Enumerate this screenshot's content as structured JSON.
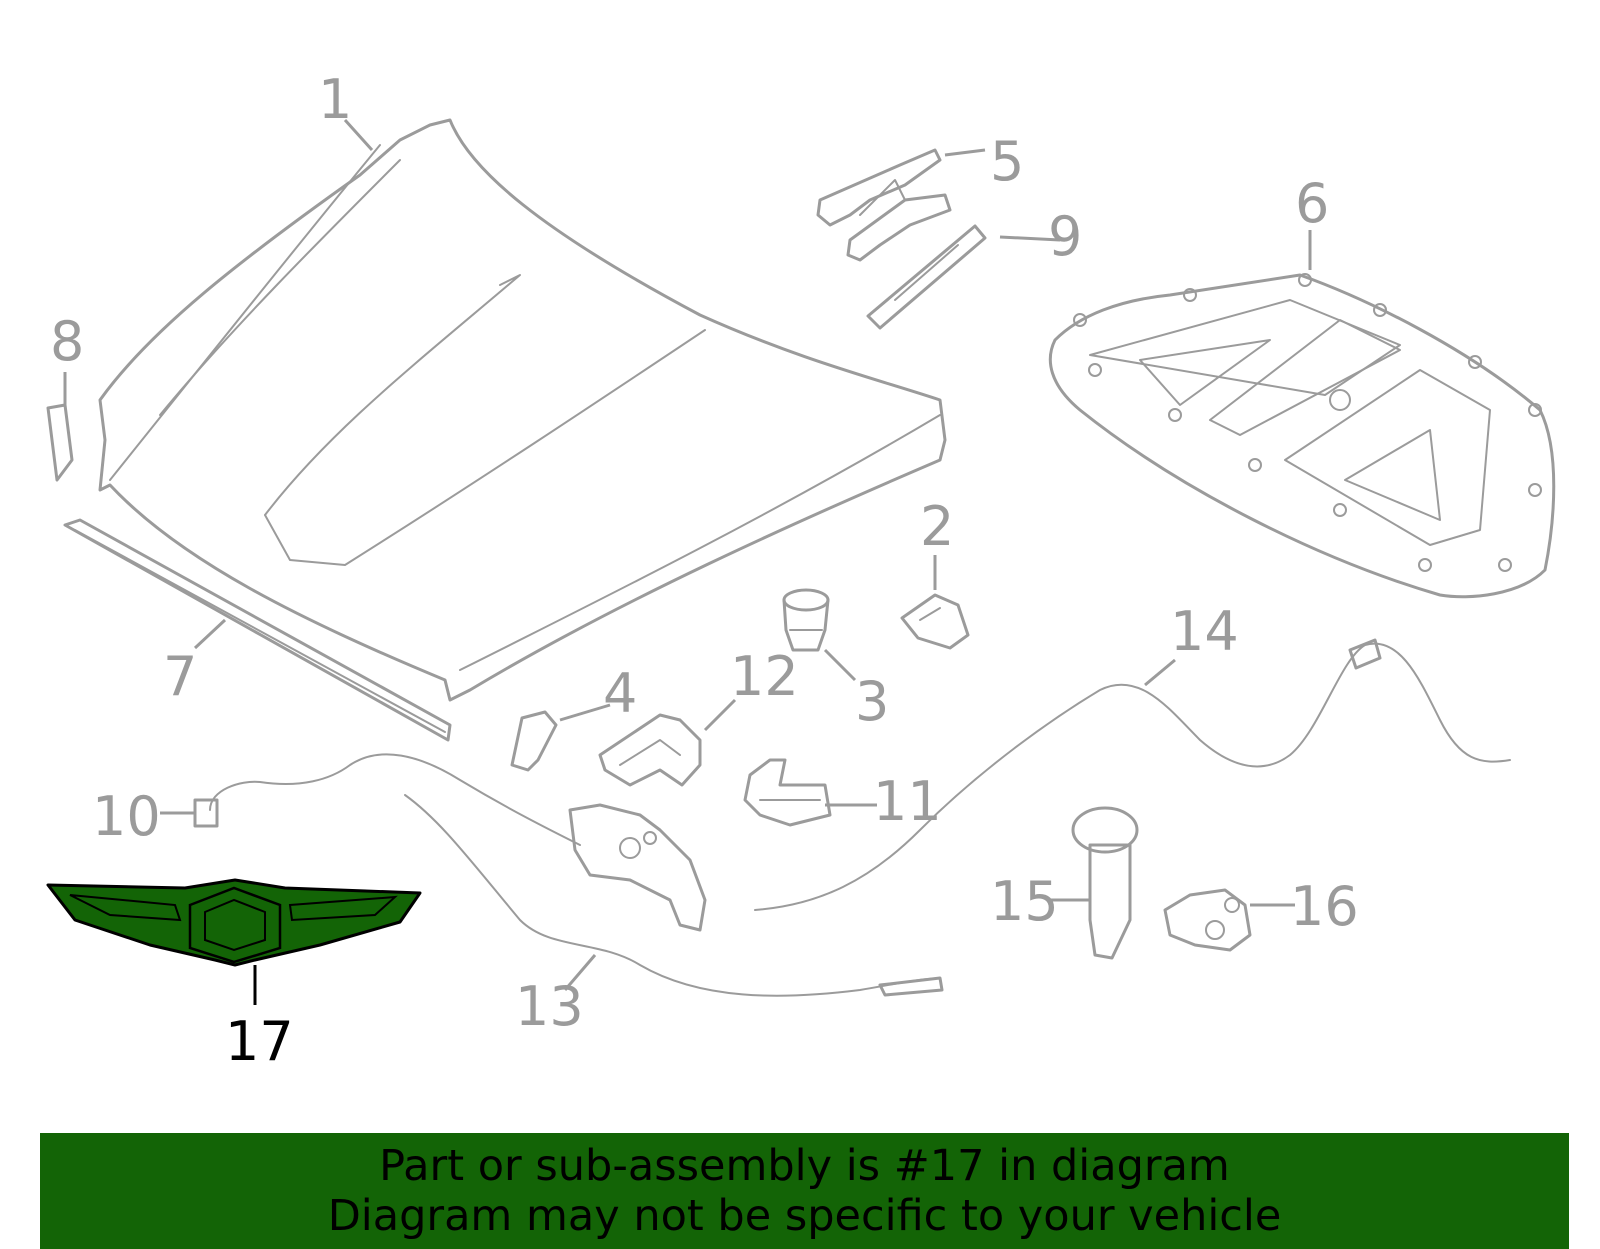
{
  "diagram": {
    "highlight_color": "#136406",
    "part_line_color": "#9b9b9b",
    "highlighted_part": "17",
    "callouts": [
      {
        "id": "1",
        "label": "1"
      },
      {
        "id": "2",
        "label": "2"
      },
      {
        "id": "3",
        "label": "3"
      },
      {
        "id": "4",
        "label": "4"
      },
      {
        "id": "5",
        "label": "5"
      },
      {
        "id": "6",
        "label": "6"
      },
      {
        "id": "7",
        "label": "7"
      },
      {
        "id": "8",
        "label": "8"
      },
      {
        "id": "9",
        "label": "9"
      },
      {
        "id": "10",
        "label": "10"
      },
      {
        "id": "11",
        "label": "11"
      },
      {
        "id": "12",
        "label": "12"
      },
      {
        "id": "13",
        "label": "13"
      },
      {
        "id": "14",
        "label": "14"
      },
      {
        "id": "15",
        "label": "15"
      },
      {
        "id": "16",
        "label": "16"
      },
      {
        "id": "17",
        "label": "17"
      }
    ]
  },
  "banner": {
    "line1": "Part or sub-assembly is #17 in diagram",
    "line2": "Diagram may not be specific to your vehicle"
  }
}
